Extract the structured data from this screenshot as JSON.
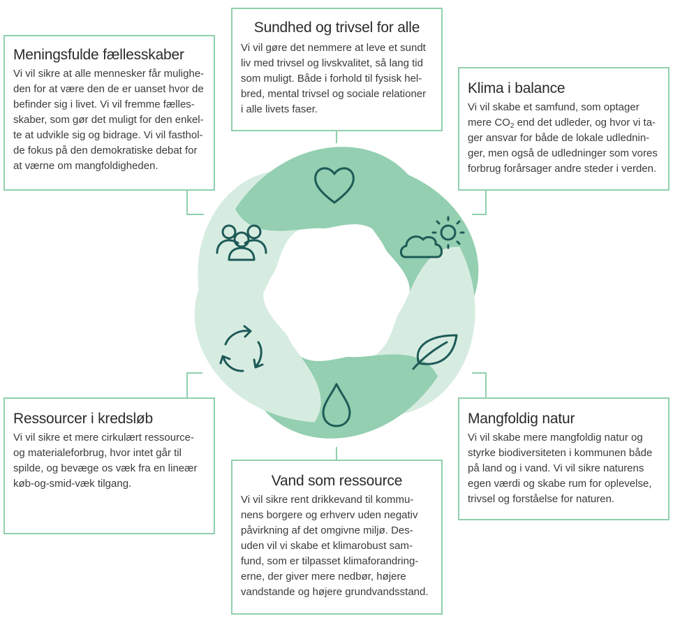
{
  "colors": {
    "dark_green": "#93cfb0",
    "light_green": "#d7ece1",
    "border": "#8fd0ac",
    "icon": "#1d5a57"
  },
  "sections": {
    "sundhed": {
      "title": "Sundhed og trivsel for alle",
      "text": "Vi vil gøre det nemmere at leve et sundt\nliv med trivsel og livskvalitet, så lang tid\nsom muligt. Både i forhold til fysisk hel-\nbred, mental trivsel og sociale relationer\ni alle livets faser.",
      "icon": "heart-icon"
    },
    "meningsfulde": {
      "title": "Meningsfulde fællesskaber",
      "text": "Vi vil sikre at alle mennesker får mulighe-\nden for at være den de er uanset hvor de\nbefinder sig i livet. Vi vil fremme fælles-\nskaber, som gør det muligt for den enkel-\nte at udvikle sig og bidrage. Vi vil fasthol-\nde fokus på den demokratiske debat for\nat værne om mangfoldigheden.",
      "icon": "people-icon"
    },
    "klima": {
      "title": "Klima i balance",
      "text_before": "Vi vil skabe et samfund, som optager\nmere CO",
      "text_sub": "2",
      "text_after": " end det udleder, og hvor vi ta-\nger ansvar for både de lokale udlednin-\nger, men også de udledninger som vores\nforbrug forårsager andre steder i verden.",
      "icon": "cloud-sun-icon"
    },
    "ressourcer": {
      "title": "Ressourcer i kredsløb",
      "text": "Vi vil sikre et mere cirkulært ressource-\nog materialeforbrug, hvor intet går til\nspilde, og bevæge os væk fra en lineær\nkøb-og-smid-væk tilgang.",
      "icon": "recycle-icon"
    },
    "mangfoldig": {
      "title": "Mangfoldig natur",
      "text": "Vi vil skabe mere mangfoldig natur og\nstyrke biodiversiteten i kommunen både\npå land og i vand. Vi vil sikre naturens\negen værdi og skabe rum for oplevelse,\ntrivsel og forståelse for naturen.",
      "icon": "leaf-icon"
    },
    "vand": {
      "title": "Vand som ressource",
      "text": "Vi vil sikre rent drikkevand til kommu-\nnens borgere og erhverv uden negativ\npåvirkning af det omgivne miljø. Des-\nuden vil vi skabe et klimarobust sam-\nfund, som er tilpasset klimaforandring-\nerne, der giver mere nedbør, højere\nvandstande og højere grundvandsstand.",
      "icon": "water-drop-icon"
    }
  }
}
